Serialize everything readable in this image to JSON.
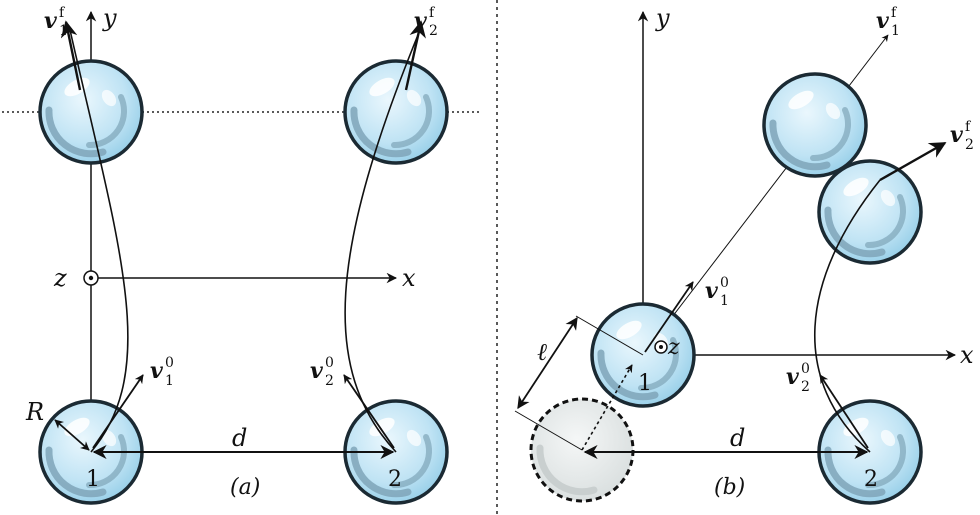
{
  "panel_a": {
    "caption": "(a)",
    "axis_y": "y",
    "axis_x": "x",
    "axis_z": "z",
    "label_R": "R",
    "label_d": "d",
    "sphere_1": "1",
    "sphere_2": "2",
    "v1f": {
      "base": "v",
      "sub": "1",
      "sup": "f"
    },
    "v2f": {
      "base": "v",
      "sub": "2",
      "sup": "f"
    },
    "v10": {
      "base": "v",
      "sub": "1",
      "sup": "0"
    },
    "v20": {
      "base": "v",
      "sub": "2",
      "sup": "0"
    }
  },
  "panel_b": {
    "caption": "(b)",
    "axis_y": "y",
    "axis_x": "x",
    "axis_z": "z",
    "label_l": "ℓ",
    "label_d": "d",
    "sphere_1": "1",
    "sphere_2": "2",
    "v1f": {
      "base": "v",
      "sub": "1",
      "sup": "f"
    },
    "v2f": {
      "base": "v",
      "sub": "2",
      "sup": "f"
    },
    "v10": {
      "base": "v",
      "sub": "1",
      "sup": "0"
    },
    "v20": {
      "base": "v",
      "sub": "2",
      "sup": "0"
    }
  },
  "colors": {
    "sphere_fill": "#cfeaf7",
    "sphere_edge": "#1b2a33",
    "sphere_shadow": "#7fa5b8",
    "ghost_fill": "#e9eeee"
  }
}
